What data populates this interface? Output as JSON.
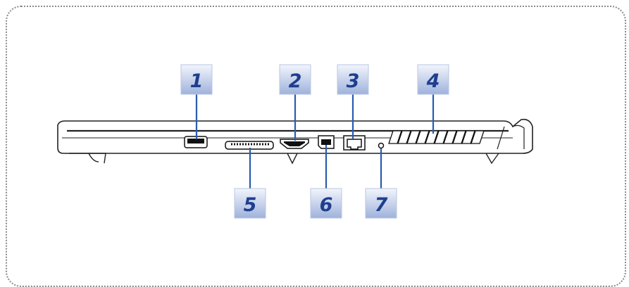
{
  "callouts": [
    {
      "number": "1",
      "component": "usb-port"
    },
    {
      "number": "2",
      "component": "hdmi-port"
    },
    {
      "number": "3",
      "component": "rj45-ethernet-port"
    },
    {
      "number": "4",
      "component": "ventilator"
    },
    {
      "number": "5",
      "component": "card-reader"
    },
    {
      "number": "6",
      "component": "mini-displayport"
    },
    {
      "number": "7",
      "component": "power-led-indicator"
    }
  ],
  "colors": {
    "callout_fill_top": "#f2f5fc",
    "callout_fill_bottom": "#9fb2dc",
    "callout_text": "#1e3f8e",
    "leader_line": "#2a5bb0",
    "body_outline": "#222222",
    "frame_border": "#8a8a8a"
  }
}
